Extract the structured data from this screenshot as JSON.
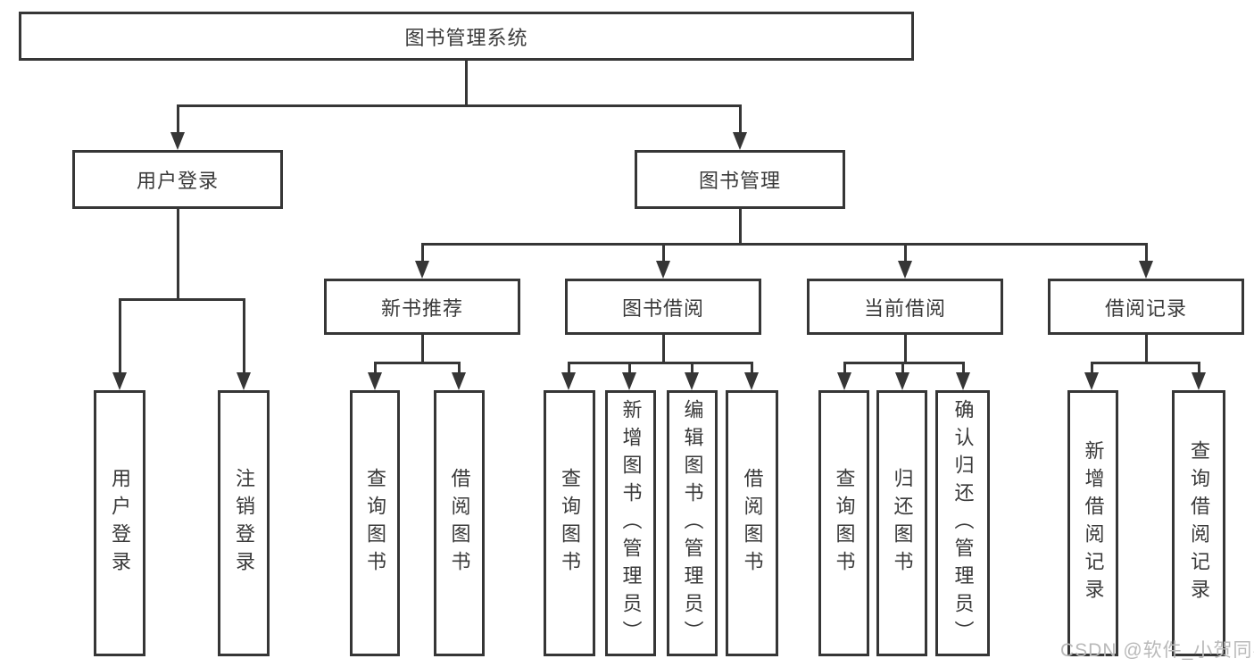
{
  "diagram_title": "图书管理系统",
  "tree": {
    "root": {
      "label": "图书管理系统"
    },
    "level2": [
      {
        "label": "用户登录",
        "children": [
          "用户登录",
          "注销登录"
        ]
      },
      {
        "label": "图书管理"
      }
    ],
    "level3": [
      {
        "label": "新书推荐",
        "children": [
          "查询图书",
          "借阅图书"
        ]
      },
      {
        "label": "图书借阅",
        "children": [
          "查询图书",
          "新增图书（管理员）",
          "编辑图书（管理员）",
          "借阅图书"
        ]
      },
      {
        "label": "当前借阅",
        "children": [
          "查询图书",
          "归还图书",
          "确认归还（管理员）"
        ]
      },
      {
        "label": "借阅记录",
        "children": [
          "新增借阅记录",
          "查询借阅记录"
        ]
      }
    ]
  },
  "watermark": {
    "text": "CSDN @软件_小贺同学",
    "color": "#b9b9b9"
  },
  "colors": {
    "line": "#363636",
    "text": "#3a3a3a",
    "background": "#ffffff"
  }
}
